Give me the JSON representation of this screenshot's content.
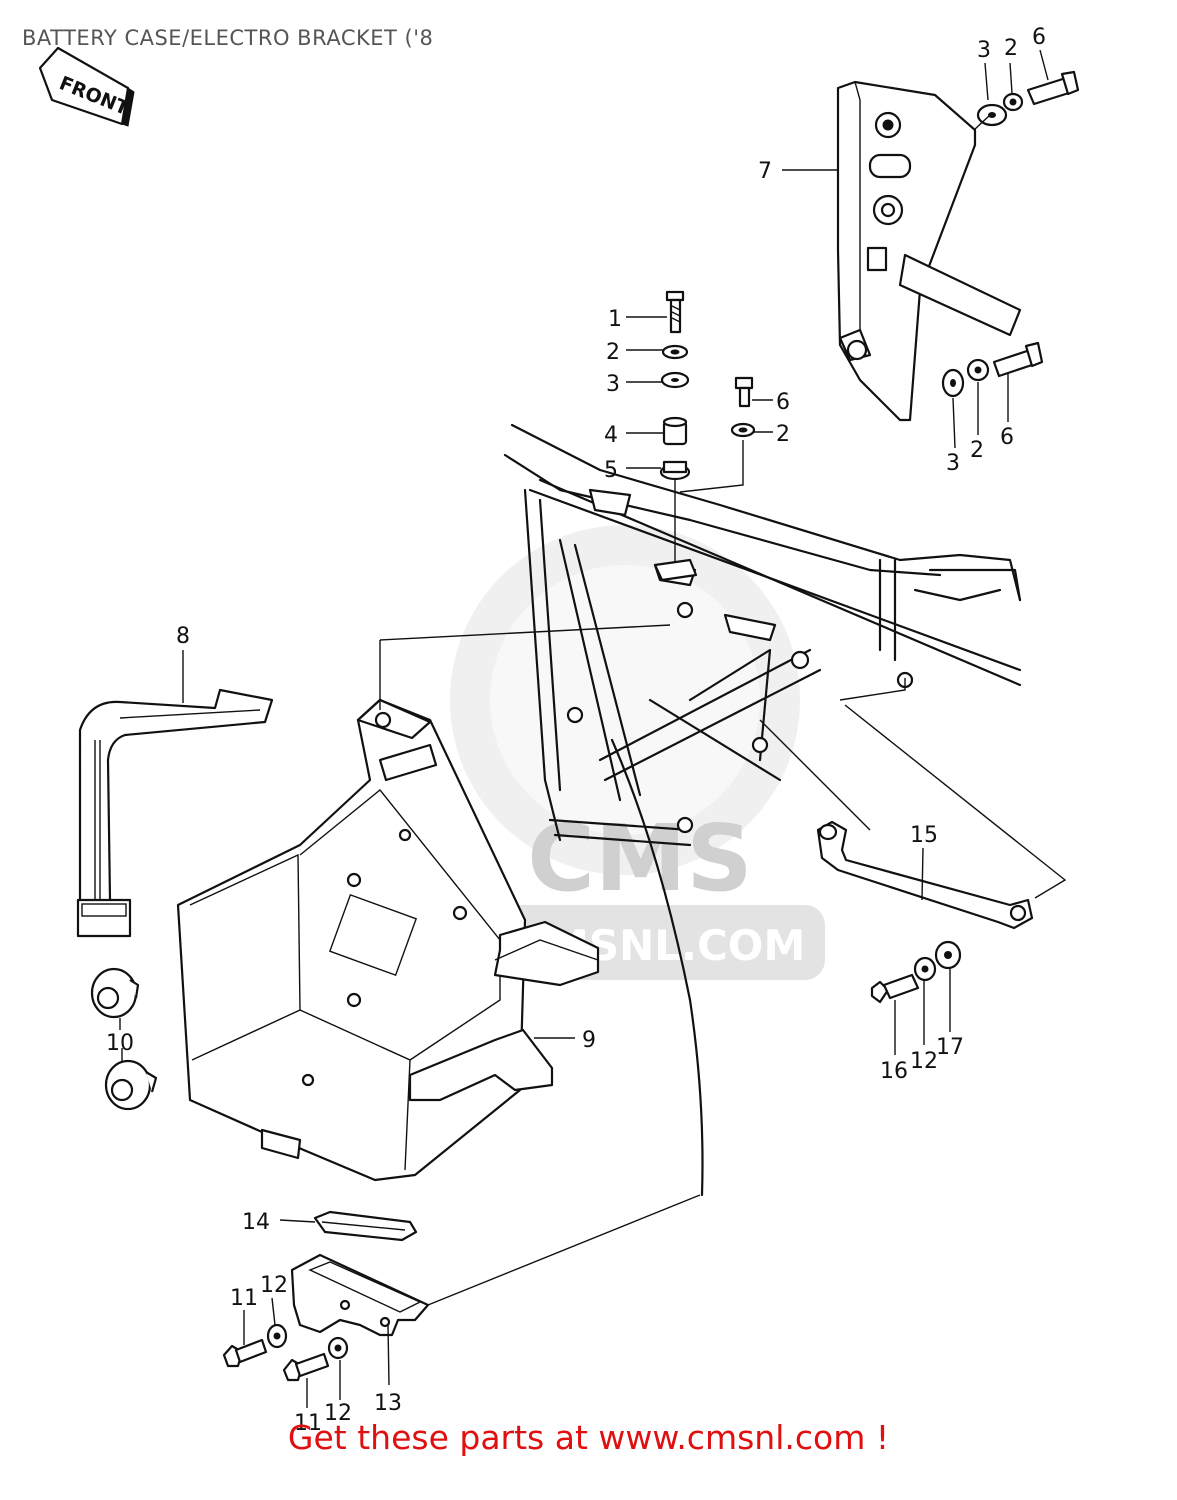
{
  "title": "BATTERY CASE/ELECTRO BRACKET ('8",
  "front_marker": "FRONT",
  "watermark": {
    "brand": "CMS",
    "url": "WWW.CMSNL.COM"
  },
  "callouts": [
    {
      "id": "c1",
      "text": "1"
    },
    {
      "id": "c2a",
      "text": "2"
    },
    {
      "id": "c3a",
      "text": "3"
    },
    {
      "id": "c4",
      "text": "4"
    },
    {
      "id": "c5",
      "text": "5"
    },
    {
      "id": "c6a",
      "text": "6"
    },
    {
      "id": "c2b",
      "text": "2"
    },
    {
      "id": "c3b",
      "text": "3"
    },
    {
      "id": "c2c",
      "text": "2"
    },
    {
      "id": "c6b",
      "text": "6"
    },
    {
      "id": "c7",
      "text": "7"
    },
    {
      "id": "c3c",
      "text": "3"
    },
    {
      "id": "c2d",
      "text": "2"
    },
    {
      "id": "c6c",
      "text": "6"
    },
    {
      "id": "c8",
      "text": "8"
    },
    {
      "id": "c9",
      "text": "9"
    },
    {
      "id": "c10",
      "text": "10"
    },
    {
      "id": "c11a",
      "text": "11"
    },
    {
      "id": "c12a",
      "text": "12"
    },
    {
      "id": "c11b",
      "text": "11"
    },
    {
      "id": "c12b",
      "text": "12"
    },
    {
      "id": "c13",
      "text": "13"
    },
    {
      "id": "c14",
      "text": "14"
    },
    {
      "id": "c15",
      "text": "15"
    },
    {
      "id": "c16",
      "text": "16"
    },
    {
      "id": "c12c",
      "text": "12"
    },
    {
      "id": "c17",
      "text": "17"
    }
  ],
  "cta": "Get these parts at www.cmsnl.com !",
  "colors": {
    "cta": "#e01010",
    "title": "#555555",
    "linework": "#111111",
    "watermark": "#d4d4d4"
  }
}
